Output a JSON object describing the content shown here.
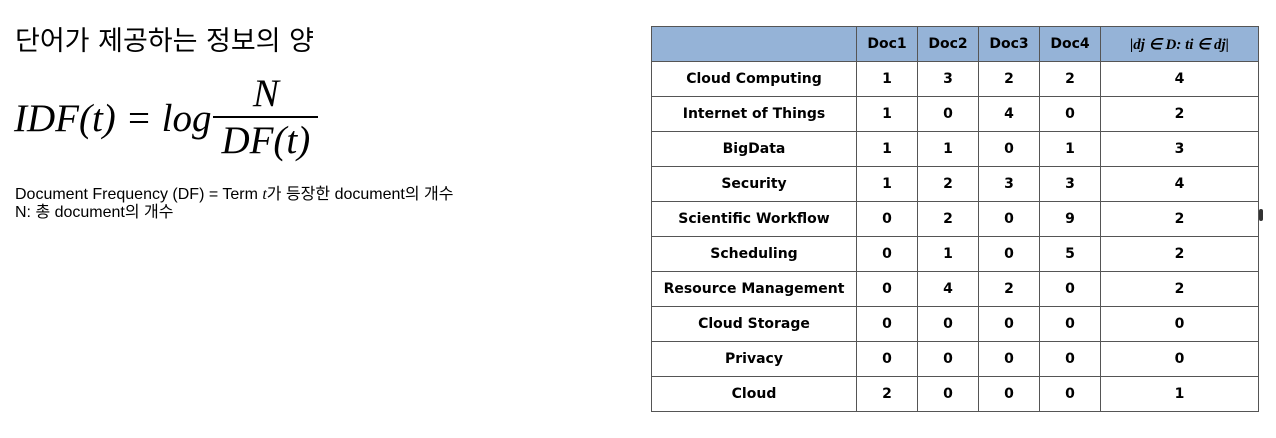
{
  "left": {
    "title": "단어가 제공하는 정보의 양",
    "formula": {
      "lhs": "IDF(t) = log",
      "numerator": "N",
      "denominator": "DF(t)"
    },
    "note1": {
      "prefix": "Document Frequency (DF) = Term ",
      "var": "t",
      "suffix": "가 등장한 document의 개수"
    },
    "note2": "N: 총 document의 개수"
  },
  "table": {
    "header": {
      "term": "",
      "doc1": "Doc1",
      "doc2": "Doc2",
      "doc3": "Doc3",
      "doc4": "Doc4",
      "df": "|dj ∈ D: ti ∈ dj|"
    },
    "header_bg": "#95b3d7",
    "rows": [
      {
        "term": "Cloud Computing",
        "doc1": "1",
        "doc2": "3",
        "doc3": "2",
        "doc4": "2",
        "df": "4"
      },
      {
        "term": "Internet of Things",
        "doc1": "1",
        "doc2": "0",
        "doc3": "4",
        "doc4": "0",
        "df": "2"
      },
      {
        "term": "BigData",
        "doc1": "1",
        "doc2": "1",
        "doc3": "0",
        "doc4": "1",
        "df": "3"
      },
      {
        "term": "Security",
        "doc1": "1",
        "doc2": "2",
        "doc3": "3",
        "doc4": "3",
        "df": "4"
      },
      {
        "term": "Scientific Workflow",
        "doc1": "0",
        "doc2": "2",
        "doc3": "0",
        "doc4": "9",
        "df": "2"
      },
      {
        "term": "Scheduling",
        "doc1": "0",
        "doc2": "1",
        "doc3": "0",
        "doc4": "5",
        "df": "2"
      },
      {
        "term": "Resource Management",
        "doc1": "0",
        "doc2": "4",
        "doc3": "2",
        "doc4": "0",
        "df": "2"
      },
      {
        "term": "Cloud Storage",
        "doc1": "0",
        "doc2": "0",
        "doc3": "0",
        "doc4": "0",
        "df": "0"
      },
      {
        "term": "Privacy",
        "doc1": "0",
        "doc2": "0",
        "doc3": "0",
        "doc4": "0",
        "df": "0"
      },
      {
        "term": "Cloud",
        "doc1": "2",
        "doc2": "0",
        "doc3": "0",
        "doc4": "0",
        "df": "1"
      }
    ]
  }
}
